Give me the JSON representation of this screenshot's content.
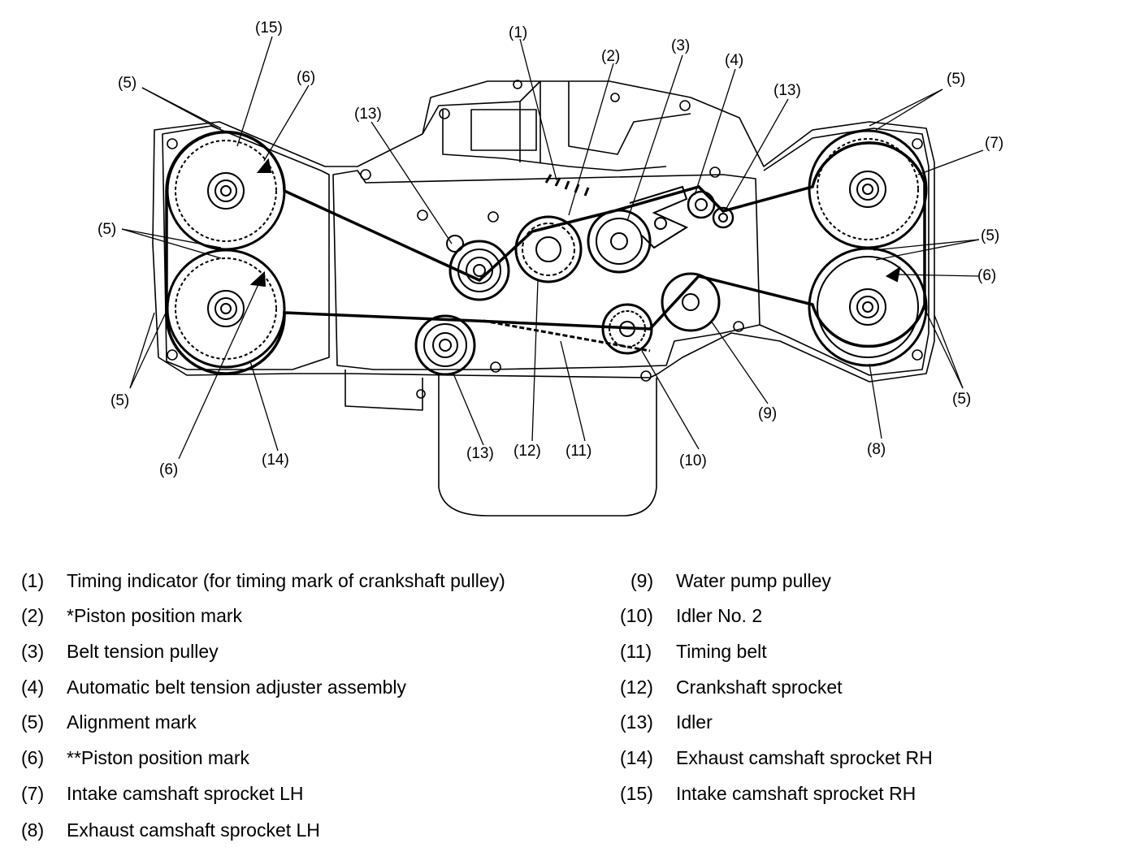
{
  "callouts": {
    "c1": "(1)",
    "c2": "(2)",
    "c3": "(3)",
    "c4": "(4)",
    "c5": "(5)",
    "c6": "(6)",
    "c7": "(7)",
    "c8": "(8)",
    "c9": "(9)",
    "c10": "(10)",
    "c11": "(11)",
    "c12": "(12)",
    "c13": "(13)",
    "c14": "(14)",
    "c15": "(15)"
  },
  "legend": [
    {
      "num": "(1)",
      "label": "Timing indicator (for timing mark of crankshaft pulley)"
    },
    {
      "num": "(2)",
      "label": "*Piston position mark"
    },
    {
      "num": "(3)",
      "label": "Belt tension pulley"
    },
    {
      "num": "(4)",
      "label": "Automatic belt tension adjuster assembly"
    },
    {
      "num": "(5)",
      "label": "Alignment mark"
    },
    {
      "num": "(6)",
      "label": "**Piston position mark"
    },
    {
      "num": "(7)",
      "label": "Intake camshaft sprocket LH"
    },
    {
      "num": "(8)",
      "label": "Exhaust camshaft sprocket LH"
    },
    {
      "num": "(9)",
      "label": "Water pump pulley"
    },
    {
      "num": "(10)",
      "label": "Idler No. 2"
    },
    {
      "num": "(11)",
      "label": "Timing belt"
    },
    {
      "num": "(12)",
      "label": "Crankshaft sprocket"
    },
    {
      "num": "(13)",
      "label": "Idler"
    },
    {
      "num": "(14)",
      "label": "Exhaust camshaft sprocket RH"
    },
    {
      "num": "(15)",
      "label": "Intake camshaft sprocket RH"
    }
  ]
}
